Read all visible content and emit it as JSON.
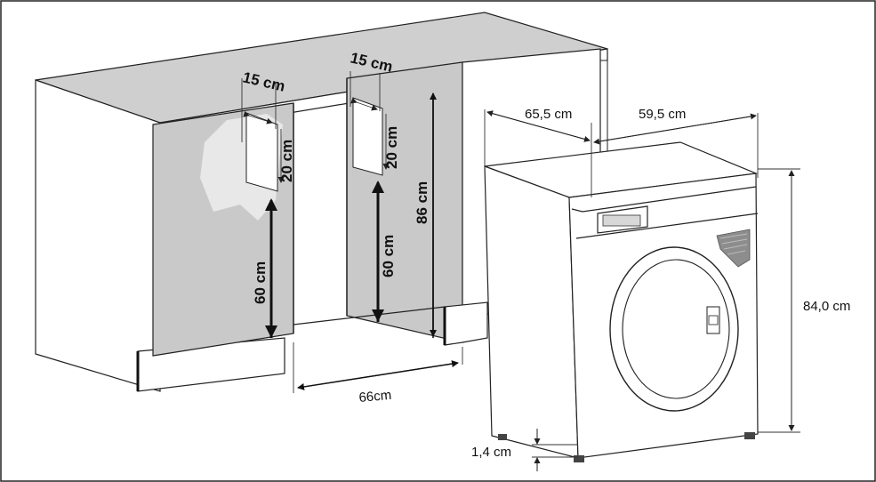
{
  "labels": {
    "niche_left_width": "15 cm",
    "niche_left_height": "20 cm",
    "niche_left_floor": "60 cm",
    "niche_right_width": "15 cm",
    "niche_right_height": "20 cm",
    "niche_right_floor": "60 cm",
    "cabinet_height": "86 cm",
    "opening_width": "66cm",
    "machine_depth": "65,5 cm",
    "machine_width": "59,5 cm",
    "machine_height": "84,0 cm",
    "foot_height": "1,4 cm"
  },
  "colors": {
    "panel_grey": "#c9c9c9",
    "worktop_grey": "#cfcfcf",
    "vent_grey": "#8d8d8d",
    "outline": "#222222"
  }
}
